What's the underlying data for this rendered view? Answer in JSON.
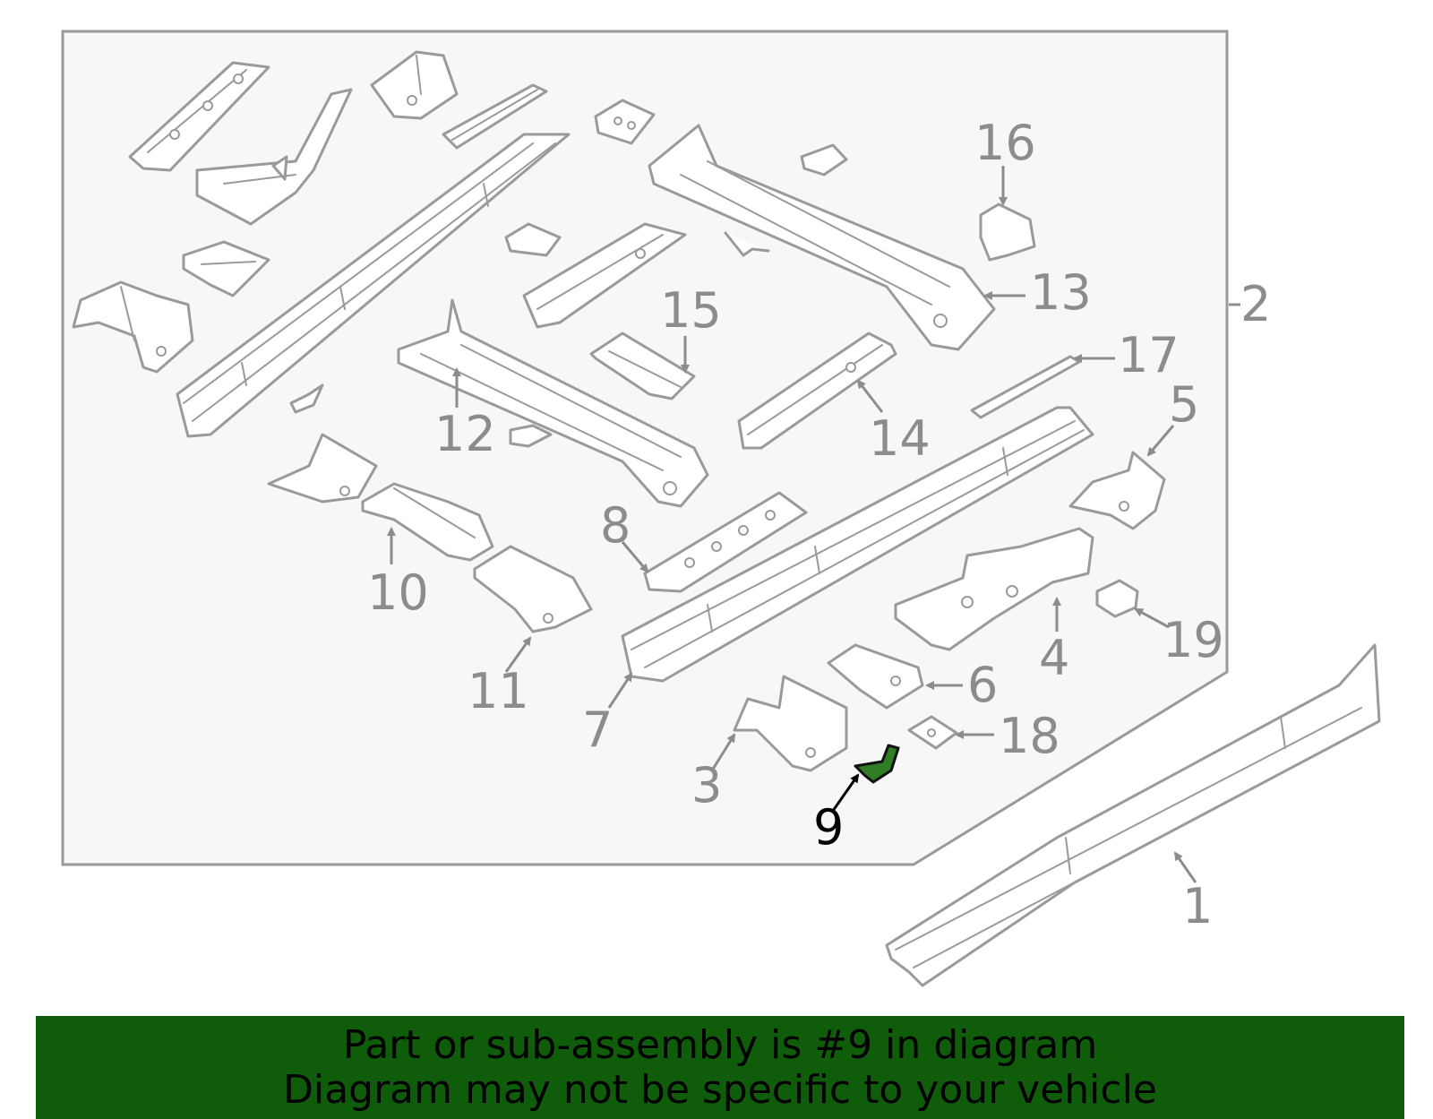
{
  "callouts": {
    "c1": "1",
    "c2": "2",
    "c3": "3",
    "c4": "4",
    "c5": "5",
    "c6": "6",
    "c7": "7",
    "c8": "8",
    "c9": "9",
    "c10": "10",
    "c11": "11",
    "c12": "12",
    "c13": "13",
    "c14": "14",
    "c15": "15",
    "c16": "16",
    "c17": "17",
    "c18": "18",
    "c19": "19"
  },
  "highlighted_part": "9",
  "banner": {
    "line1": "Part or sub-assembly is #9 in diagram",
    "line2": "Diagram may not be specific to your vehicle"
  },
  "colors": {
    "highlight": "#2f7d24",
    "banner_bg": "#0f5d0b",
    "outline": "#9a9a9a",
    "panel_bg": "#f7f7f7"
  }
}
